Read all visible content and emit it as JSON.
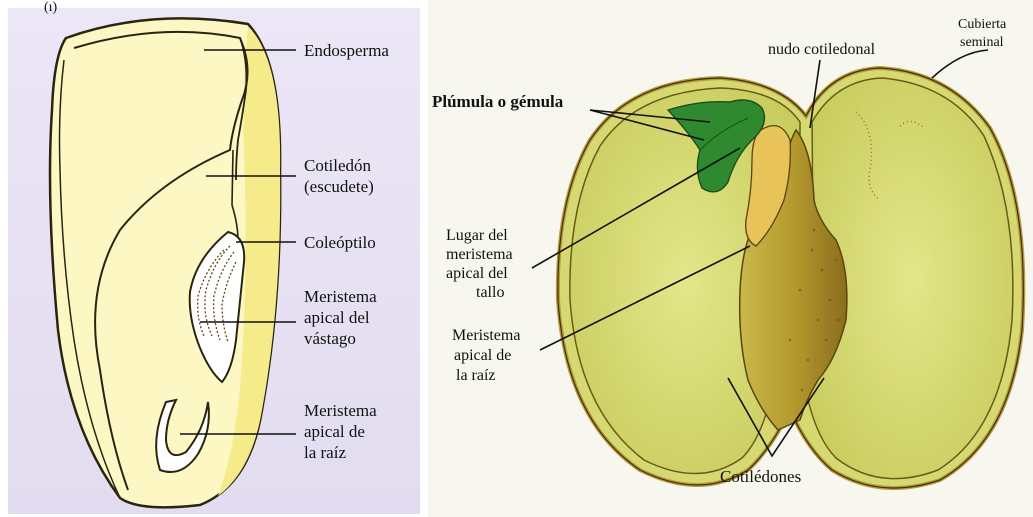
{
  "left_panel": {
    "corner_mark": "(ı)",
    "labels": {
      "endosperma": "Endosperma",
      "cotiledon": "Cotiledón",
      "escudete": "(escudete)",
      "coleoptilo": "Coleóptilo",
      "meristema_vastago_1": "Meristema",
      "meristema_vastago_2": "apical del",
      "meristema_vastago_3": "vástago",
      "meristema_raiz_1": "Meristema",
      "meristema_raiz_2": "apical de",
      "meristema_raiz_3": "la raíz"
    },
    "colors": {
      "background": "#e6e0f2",
      "endosperm": "#fdf6c3",
      "outline": "#2a2410",
      "cotyledon": "#f7ec8c"
    }
  },
  "right_panel": {
    "labels": {
      "nudo": "nudo cotiledonal",
      "cubierta_1": "Cubierta",
      "cubierta_2": "seminal",
      "plumula": "Plúmula o gémula",
      "lugar_1": "Lugar del",
      "lugar_2": "meristema",
      "lugar_3": "apical del",
      "lugar_4": "tallo",
      "meristema_raiz_1": "Meristema",
      "meristema_raiz_2": "apical de",
      "meristema_raiz_3": "la raíz",
      "cotiledones": "Cotilédones"
    },
    "colors": {
      "background": "#f6f6ee",
      "cotyledon": "#d9dc76",
      "seed_coat": "#c9a43a",
      "leaf": "#2e8a2e",
      "axis": "#c8a437"
    }
  }
}
